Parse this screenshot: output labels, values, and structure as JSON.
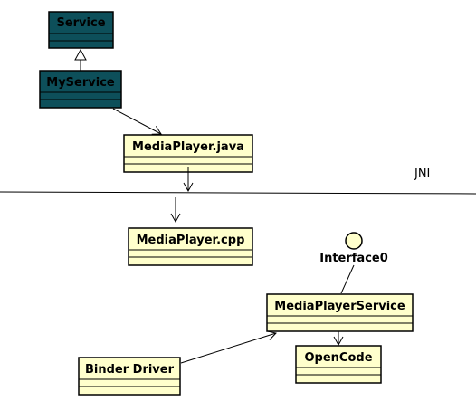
{
  "colors": {
    "dark_fill": "#0d4f5a",
    "light_fill": "#ffffcc",
    "stroke": "#000000"
  },
  "classes": {
    "service": "Service",
    "my_service": "MyService",
    "media_player_java": "MediaPlayer.java",
    "media_player_cpp": "MediaPlayer.cpp",
    "media_player_service": "MediaPlayerService",
    "open_code": "OpenCode",
    "binder_driver": "Binder Driver"
  },
  "interface": {
    "label": "Interface0"
  },
  "boundary": {
    "label": "JNI"
  }
}
